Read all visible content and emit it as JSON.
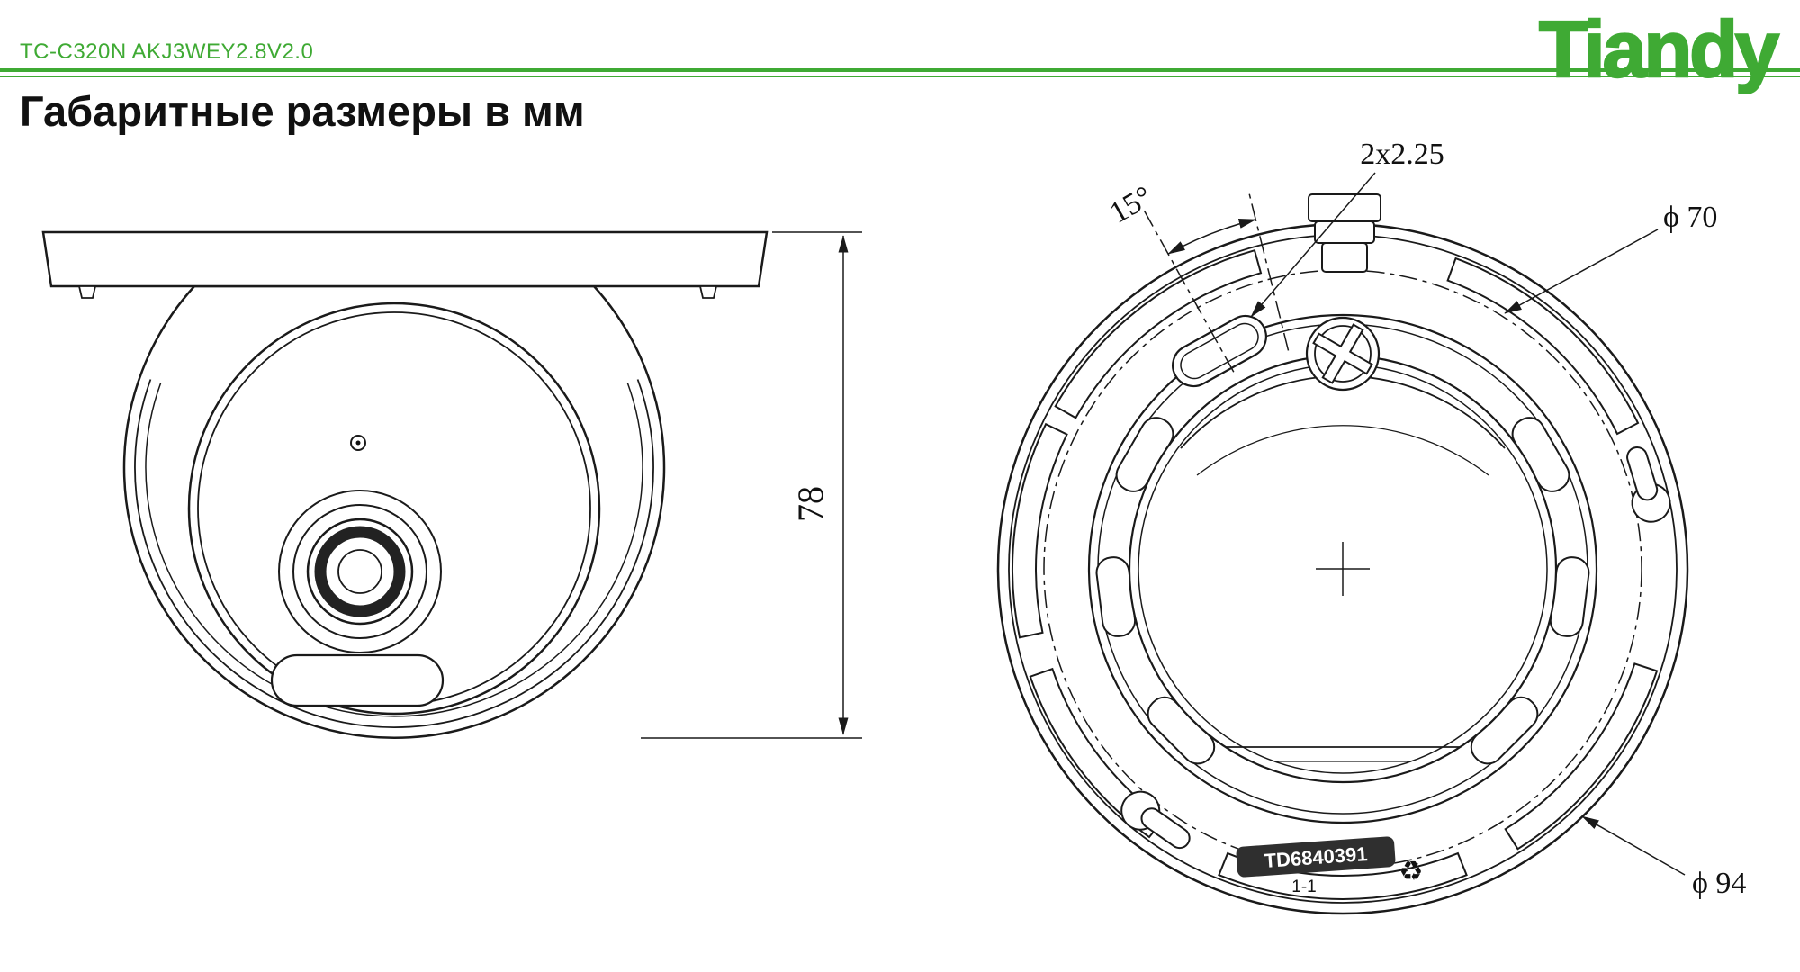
{
  "header": {
    "model": "TC-C320N AKJ3WEY2.8V2.0",
    "logo": "Tiandy"
  },
  "title": "Габаритные размеры в мм",
  "dimensions": {
    "side_height": "78",
    "slot": "2x2.25",
    "angle": "15°",
    "circle_inner": "ϕ 70",
    "circle_outer": "ϕ 94"
  },
  "markings": {
    "part_number": "TD6840391",
    "sheet": "1-1",
    "recycle_glyph": "♻"
  },
  "colors": {
    "brand_green": "#3faa34",
    "line_black": "#1a1a1a"
  }
}
